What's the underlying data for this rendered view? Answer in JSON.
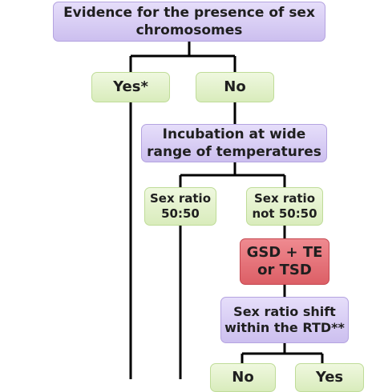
{
  "diagram": {
    "nodes": {
      "root": "Evidence for the presence of sex\nchromosomes",
      "yes": "Yes*",
      "no": "No",
      "incubation": "Incubation at wide\nrange of temperatures",
      "ratio_5050": "Sex ratio\n50:50",
      "ratio_not_5050": "Sex ratio\nnot 50:50",
      "gsd_te_tsd": "GSD + TE\nor TSD",
      "ratio_shift": "Sex ratio shift\nwithin the RTD**",
      "shift_no": "No",
      "shift_yes": "Yes"
    },
    "colors": {
      "purple": "#d8cdf4",
      "green": "#e4f2cc",
      "red": "#e2676e",
      "line": "#000000"
    }
  }
}
